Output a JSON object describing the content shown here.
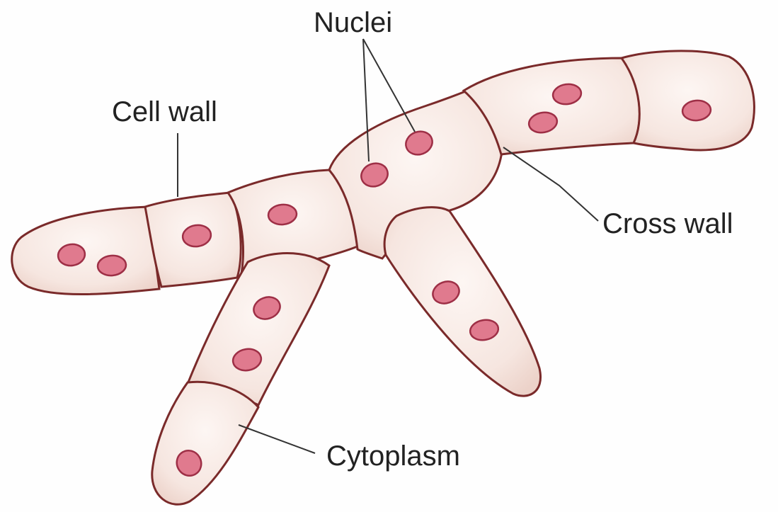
{
  "labels": {
    "nuclei": "Nuclei",
    "cell_wall": "Cell wall",
    "cross_wall": "Cross wall",
    "cytoplasm": "Cytoplasm"
  },
  "colors": {
    "cytoplasm_fill": "#f6e6e0",
    "cell_wall_stroke": "#7a2a2a",
    "nucleus_fill": "#e07a8e",
    "nucleus_stroke": "#9e2f46",
    "leader_line": "#333333",
    "label_text": "#222222"
  }
}
